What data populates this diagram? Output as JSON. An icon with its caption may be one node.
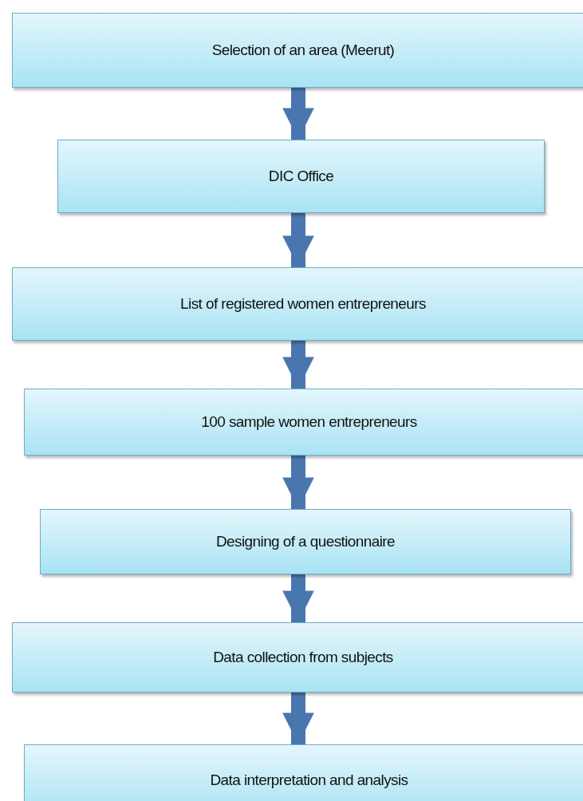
{
  "diagram": {
    "nodes": [
      {
        "text": [
          "Selection of an area (Meerut)"
        ]
      },
      {
        "text": [
          "DIC Office"
        ]
      },
      {
        "text": [
          "List of registered women entrepreneurs"
        ]
      },
      {
        "text": [
          "100 sample women entrepreneurs"
        ]
      },
      {
        "text": [
          "Designing of a questionnaire"
        ]
      },
      {
        "text": [
          "Data collection from subjects"
        ]
      },
      {
        "text": [
          "Data interpretation and analysis"
        ]
      }
    ],
    "edges": [
      {
        "from": 0,
        "to": 1,
        "arrow": "to"
      },
      {
        "from": 1,
        "to": 2,
        "arrow": "to"
      },
      {
        "from": 2,
        "to": 3,
        "arrow": "to"
      },
      {
        "from": 3,
        "to": 4,
        "arrow": "to"
      },
      {
        "from": 4,
        "to": 5,
        "arrow": "to"
      },
      {
        "from": 5,
        "to": 6,
        "arrow": "to"
      }
    ]
  }
}
